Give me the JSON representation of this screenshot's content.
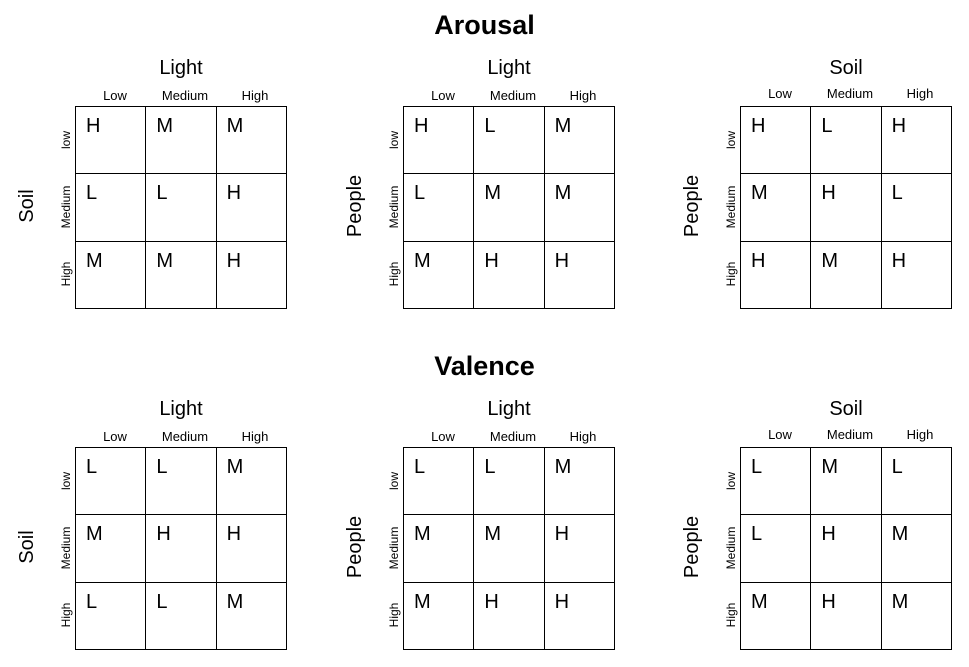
{
  "sections": [
    {
      "title": "Arousal",
      "panels": [
        {
          "col_title": "Light",
          "row_title": "Soil",
          "col_labels": [
            "Low",
            "Medium",
            "High"
          ],
          "row_labels": [
            "low",
            "Medium",
            "High"
          ],
          "cells": [
            [
              "H",
              "M",
              "M"
            ],
            [
              "L",
              "L",
              "H"
            ],
            [
              "M",
              "M",
              "H"
            ]
          ]
        },
        {
          "col_title": "Light",
          "row_title": "People",
          "col_labels": [
            "Low",
            "Medium",
            "High"
          ],
          "row_labels": [
            "low",
            "Medium",
            "High"
          ],
          "cells": [
            [
              "H",
              "L",
              "M"
            ],
            [
              "L",
              "M",
              "M"
            ],
            [
              "M",
              "H",
              "H"
            ]
          ]
        },
        {
          "col_title": "Soil",
          "row_title": "People",
          "col_labels": [
            "Low",
            "Medium",
            "High"
          ],
          "row_labels": [
            "low",
            "Medium",
            "High"
          ],
          "cells": [
            [
              "H",
              "L",
              "H"
            ],
            [
              "M",
              "H",
              "L"
            ],
            [
              "H",
              "M",
              "H"
            ]
          ]
        }
      ]
    },
    {
      "title": "Valence",
      "panels": [
        {
          "col_title": "Light",
          "row_title": "Soil",
          "col_labels": [
            "Low",
            "Medium",
            "High"
          ],
          "row_labels": [
            "low",
            "Medium",
            "High"
          ],
          "cells": [
            [
              "L",
              "L",
              "M"
            ],
            [
              "M",
              "H",
              "H"
            ],
            [
              "L",
              "L",
              "M"
            ]
          ]
        },
        {
          "col_title": "Light",
          "row_title": "People",
          "col_labels": [
            "Low",
            "Medium",
            "High"
          ],
          "row_labels": [
            "low",
            "Medium",
            "High"
          ],
          "cells": [
            [
              "L",
              "L",
              "M"
            ],
            [
              "M",
              "M",
              "H"
            ],
            [
              "M",
              "H",
              "H"
            ]
          ]
        },
        {
          "col_title": "Soil",
          "row_title": "People",
          "col_labels": [
            "Low",
            "Medium",
            "High"
          ],
          "row_labels": [
            "low",
            "Medium",
            "High"
          ],
          "cells": [
            [
              "L",
              "M",
              "L"
            ],
            [
              "L",
              "H",
              "M"
            ],
            [
              "M",
              "H",
              "M"
            ]
          ]
        }
      ]
    }
  ]
}
